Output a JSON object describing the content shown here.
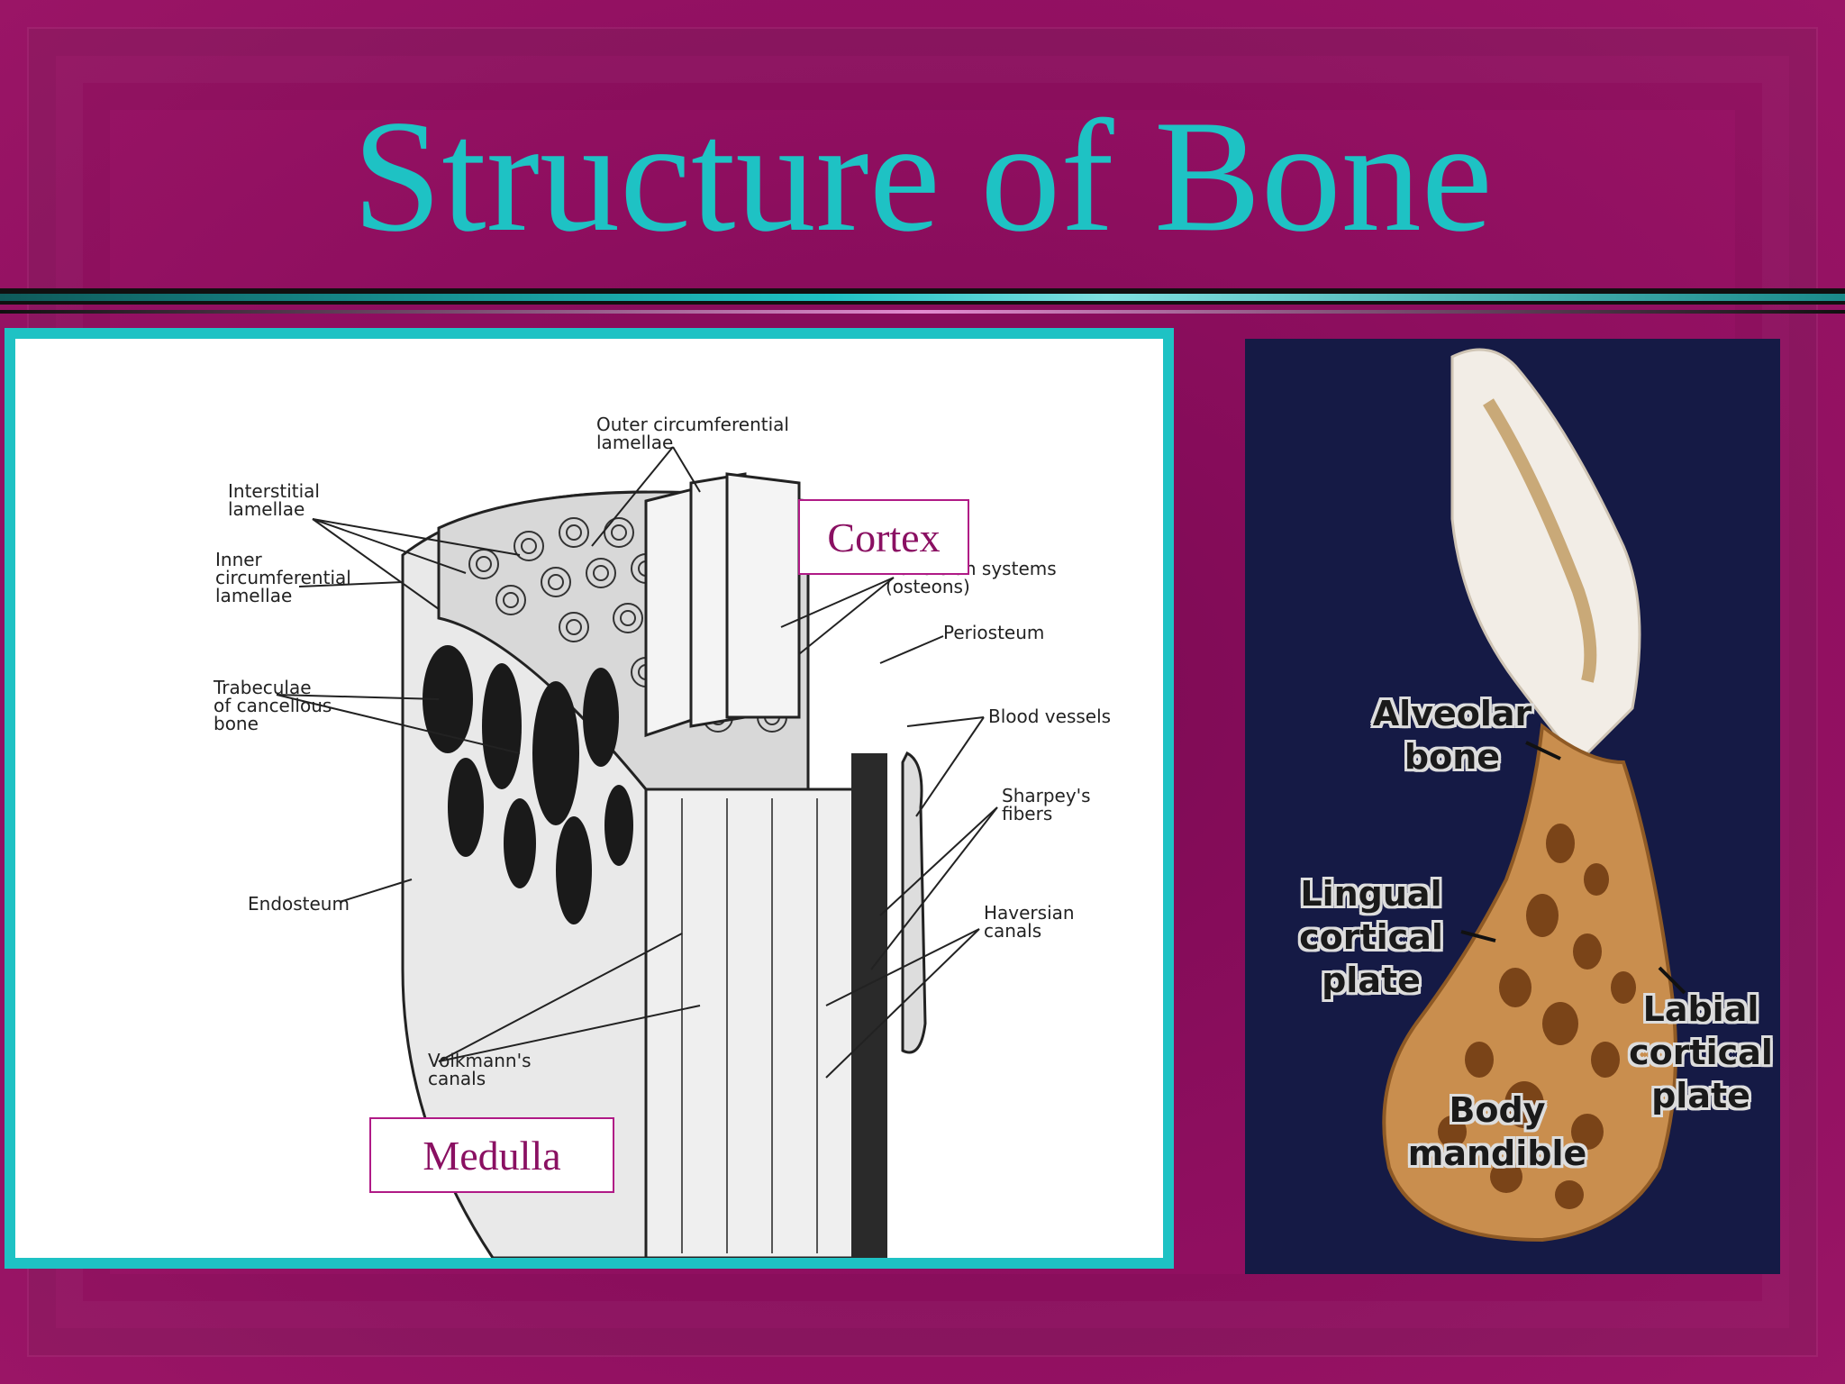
{
  "title": "Structure of Bone",
  "diagram": {
    "box_labels": {
      "cortex": "Cortex",
      "medulla": "Medulla"
    },
    "labels": {
      "outer_circumferential_1": "Outer circumferential",
      "outer_circumferential_2": "lamellae",
      "interstitial_1": "Interstitial",
      "interstitial_2": "lamellae",
      "inner_circumferential_1": "Inner",
      "inner_circumferential_2": "circumferential",
      "inner_circumferential_3": "lamellae",
      "haversian_systems_1": "Haversian systems",
      "haversian_systems_2": "(osteons)",
      "periosteum": "Periosteum",
      "trabeculae_1": "Trabeculae",
      "trabeculae_2": "of cancellous",
      "trabeculae_3": "bone",
      "blood_vessels": "Blood vessels",
      "sharpeys_1": "Sharpey's",
      "sharpeys_2": "fibers",
      "endosteum": "Endosteum",
      "haversian_canals_1": "Haversian",
      "haversian_canals_2": "canals",
      "volkmanns_1": "Volkmann's",
      "volkmanns_2": "canals"
    }
  },
  "photo": {
    "labels": {
      "alveolar_1": "Alveolar",
      "alveolar_2": "bone",
      "lingual_1": "Lingual",
      "lingual_2": "cortical",
      "lingual_3": "plate",
      "labial_1": "Labial",
      "labial_2": "cortical",
      "labial_3": "plate",
      "body_1": "Body",
      "body_2": "mandible"
    }
  },
  "colors": {
    "background": "#8e0e5f",
    "accent": "#1ec2c4",
    "box_border": "#b01a86"
  }
}
